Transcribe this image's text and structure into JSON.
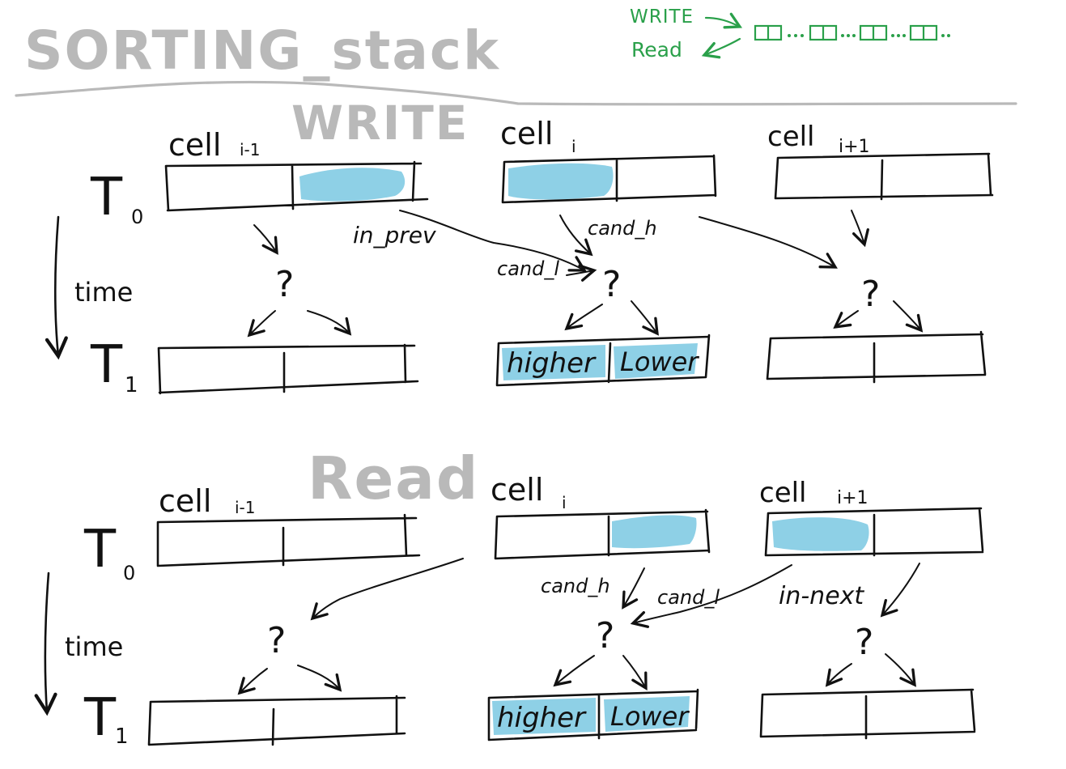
{
  "title": "SORTING_stack",
  "colors": {
    "ink": "#111111",
    "title_grey": "#b9b9b9",
    "highlight_blue": "#8ed0e6",
    "legend_green": "#2aa04a"
  },
  "legend": {
    "write": "WRITE",
    "read": "Read"
  },
  "sections": {
    "write": {
      "heading": "WRITE",
      "t0": "T",
      "t0_sub": "0",
      "t1": "T",
      "t1_sub": "1",
      "time": "time",
      "cell_prev": {
        "label": "cell",
        "sub": "i-1"
      },
      "cell_cur": {
        "label": "cell",
        "sub": "i"
      },
      "cell_next": {
        "label": "cell",
        "sub": "i+1"
      },
      "arrow_in_prev": "in_prev",
      "arrow_cand_h": "cand_h",
      "arrow_cand_l": "cand_l",
      "question": "?",
      "result_higher": "higher",
      "result_lower": "Lower"
    },
    "read": {
      "heading": "Read",
      "t0": "T",
      "t0_sub": "0",
      "t1": "T",
      "t1_sub": "1",
      "time": "time",
      "cell_prev": {
        "label": "cell",
        "sub": "i-1"
      },
      "cell_cur": {
        "label": "cell",
        "sub": "i"
      },
      "cell_next": {
        "label": "cell",
        "sub": "i+1"
      },
      "arrow_cand_h": "cand_h",
      "arrow_cand_l": "cand_l",
      "arrow_in_next": "in-next",
      "question": "?",
      "result_higher": "higher",
      "result_lower": "Lower"
    }
  }
}
